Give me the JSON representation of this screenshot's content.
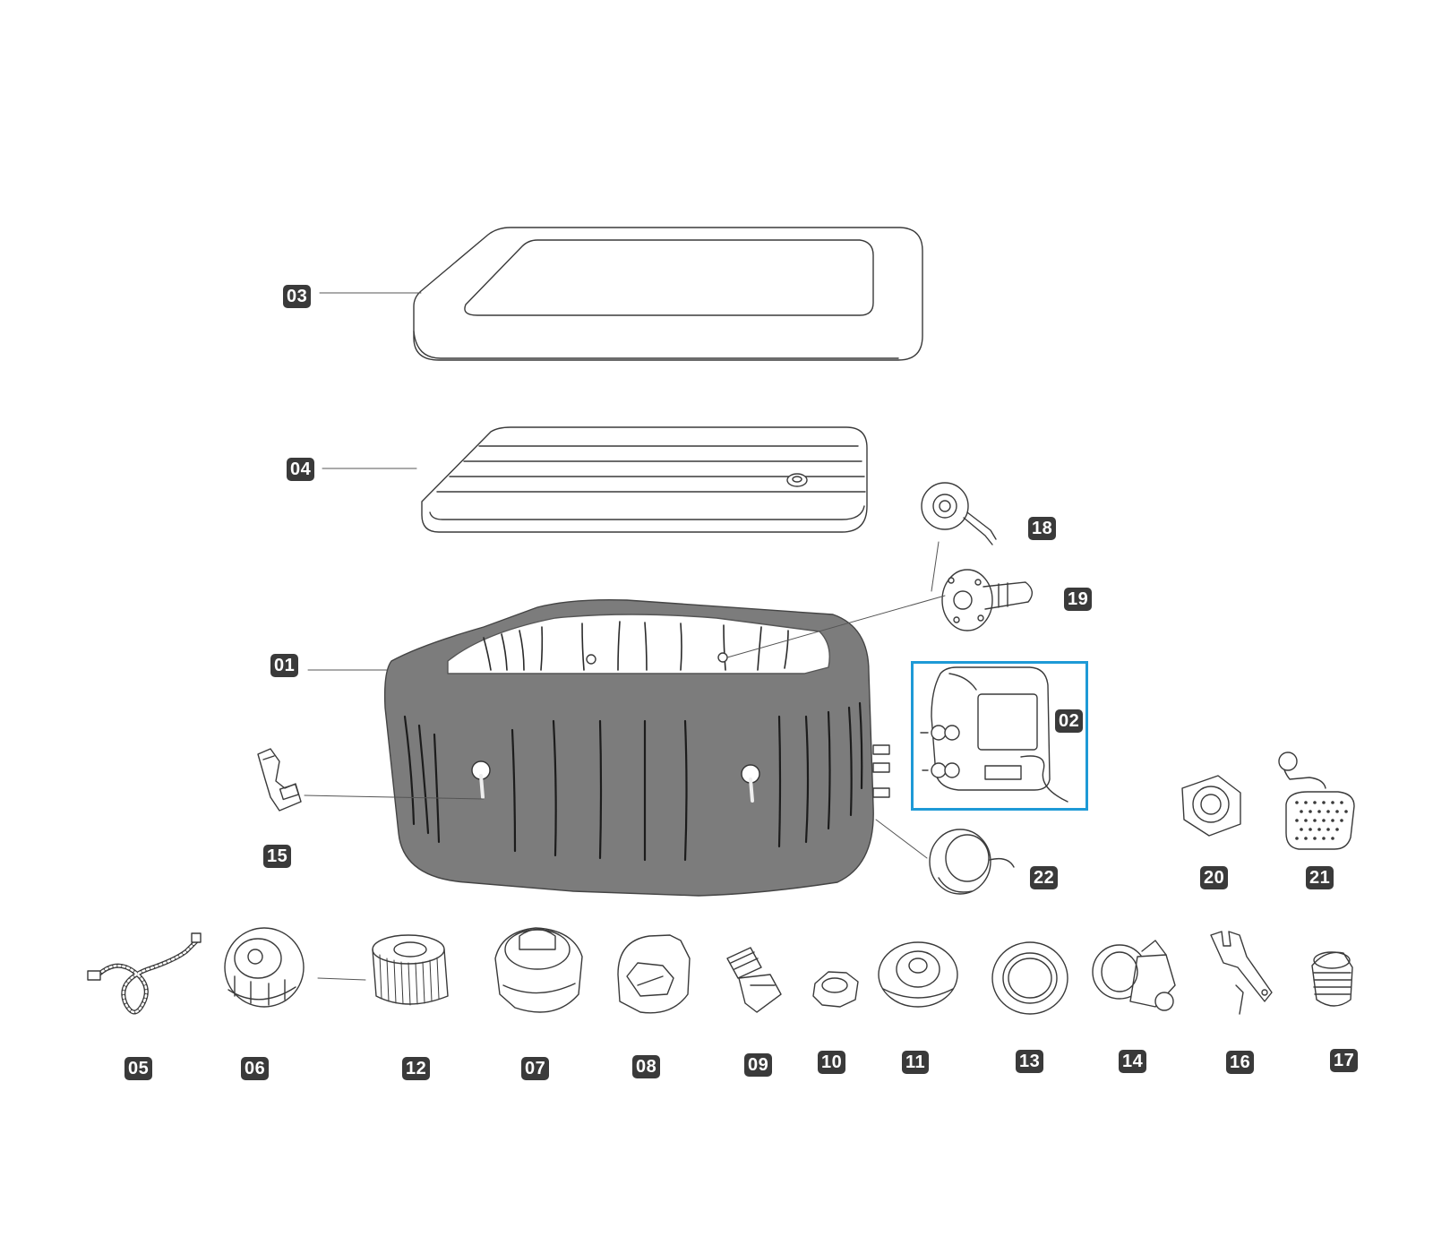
{
  "highlight_color": "#1e9ad6",
  "label_color": "#3a3a3a",
  "tub_color": "#7c7c7c",
  "highlighted_part": "02",
  "parts": [
    {
      "id": "p01",
      "number": "01",
      "icon": "inflatable-tub"
    },
    {
      "id": "p02",
      "number": "02",
      "icon": "pump-heater-unit"
    },
    {
      "id": "p03",
      "number": "03",
      "icon": "cover"
    },
    {
      "id": "p04",
      "number": "04",
      "icon": "inflatable-lid"
    },
    {
      "id": "p05",
      "number": "05",
      "icon": "inflation-hose"
    },
    {
      "id": "p06",
      "number": "06",
      "icon": "filter-housing"
    },
    {
      "id": "p07",
      "number": "07",
      "icon": "strainer-connector"
    },
    {
      "id": "p08",
      "number": "08",
      "icon": "valve-cap"
    },
    {
      "id": "p09",
      "number": "09",
      "icon": "hose-adapter"
    },
    {
      "id": "p10",
      "number": "10",
      "icon": "nut"
    },
    {
      "id": "p11",
      "number": "11",
      "icon": "stopper"
    },
    {
      "id": "p12",
      "number": "12",
      "icon": "filter-cartridge"
    },
    {
      "id": "p13",
      "number": "13",
      "icon": "ring"
    },
    {
      "id": "p14",
      "number": "14",
      "icon": "drain-valve"
    },
    {
      "id": "p15",
      "number": "15",
      "icon": "buckle"
    },
    {
      "id": "p16",
      "number": "16",
      "icon": "valve-wrench"
    },
    {
      "id": "p17",
      "number": "17",
      "icon": "air-valve"
    },
    {
      "id": "p18",
      "number": "18",
      "icon": "jet-fitting"
    },
    {
      "id": "p19",
      "number": "19",
      "icon": "jet-fitting-alt"
    },
    {
      "id": "p20",
      "number": "20",
      "icon": "connector-nut"
    },
    {
      "id": "p21",
      "number": "21",
      "icon": "headrest"
    },
    {
      "id": "p22",
      "number": "22",
      "icon": "drain-plug-cap"
    }
  ]
}
